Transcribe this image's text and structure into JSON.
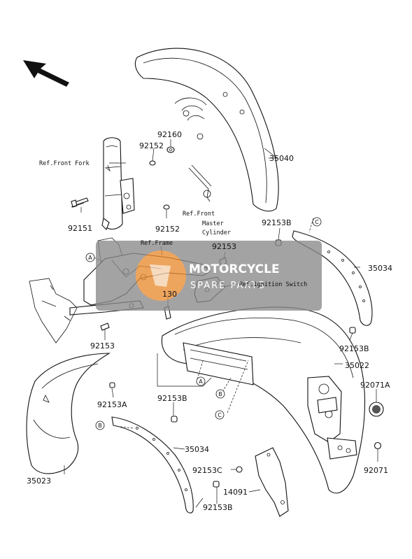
{
  "part_numbers": {
    "p35040": "35040",
    "p92160": "92160",
    "p92152a": "92152",
    "p92152b": "92152",
    "p92151": "92151",
    "p92153a": "92153",
    "p92153b": "92153",
    "p92153B_top": "92153B",
    "p92153B_right": "92153B",
    "p92153B_mid": "92153B",
    "p92153B_bottom": "92153B",
    "p35034_right": "35034",
    "p35034_left": "35034",
    "p35022": "35022",
    "p92071A": "92071A",
    "p92071": "92071",
    "p130": "130",
    "p92153A": "92153A",
    "p92153C": "92153C",
    "p14091": "14091",
    "p35023": "35023"
  },
  "references": {
    "front_fork": "Ref.Front Fork",
    "front_master_1": "Ref.Front",
    "front_master_2": "Master",
    "front_master_3": "Cylinder",
    "frame": "Ref.Frame",
    "ignition_switch": "Ref.Ignition Switch"
  },
  "callouts": {
    "a1": "A",
    "a2": "A",
    "b1": "B",
    "b2": "B",
    "c1": "C",
    "c2": "C"
  },
  "watermark": {
    "brand_text": "MOTORCYCLE",
    "sub_text": "SPARE PARTS",
    "color": "#8a8a8a",
    "logo_color": "#f28c28"
  }
}
